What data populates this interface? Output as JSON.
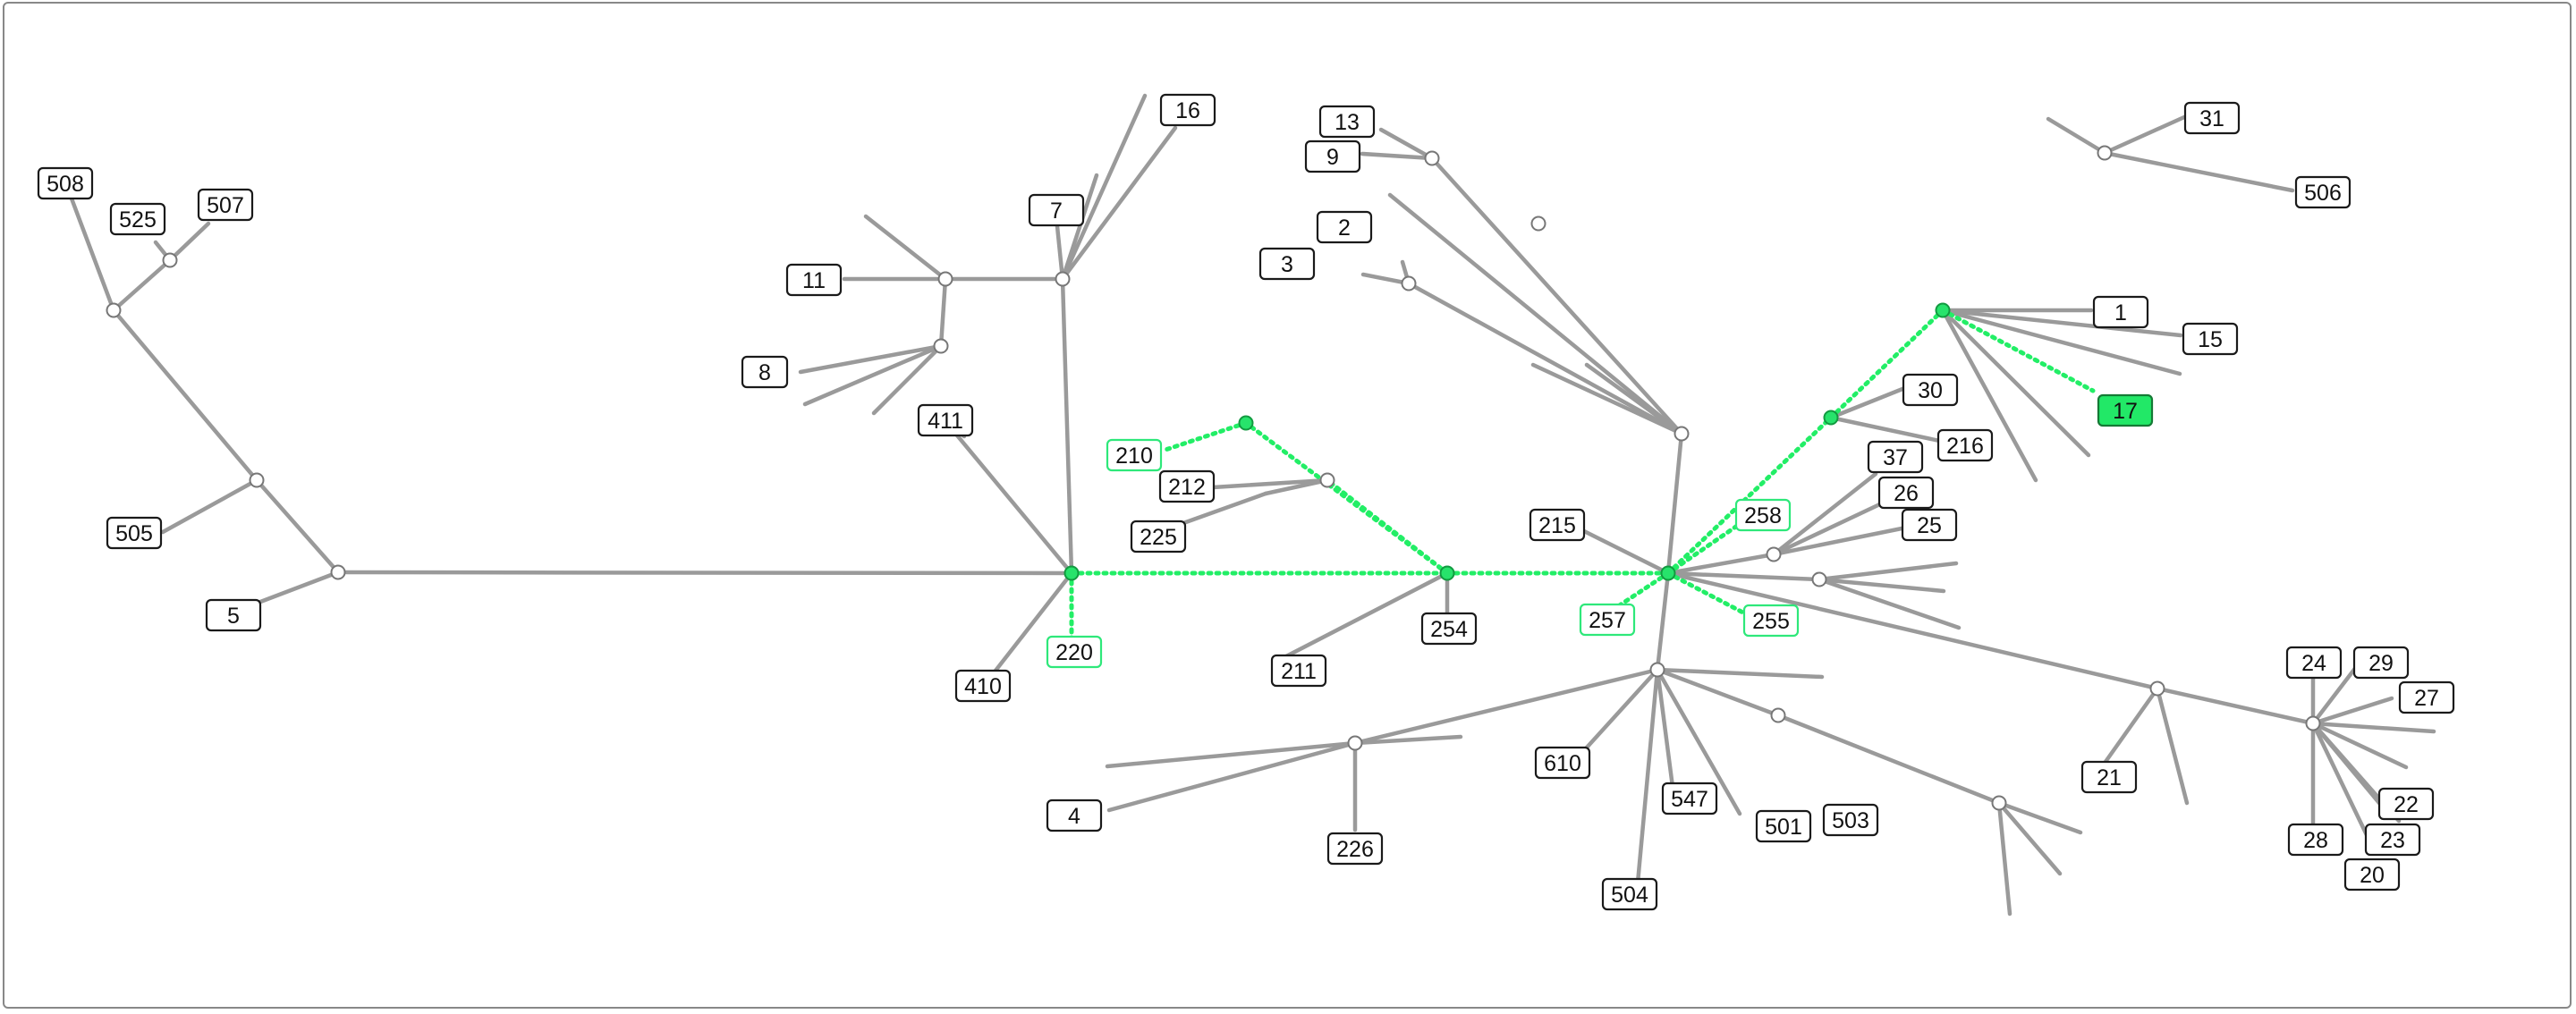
{
  "tree": {
    "labels": [
      "508",
      "525",
      "507",
      "505",
      "5",
      "11",
      "8",
      "7",
      "16",
      "411",
      "410",
      "220",
      "210",
      "212",
      "225",
      "211",
      "254",
      "13",
      "9",
      "2",
      "3",
      "215",
      "258",
      "257",
      "255",
      "30",
      "216",
      "37",
      "26",
      "25",
      "31",
      "506",
      "1",
      "15",
      "17",
      "610",
      "547",
      "501",
      "503",
      "504",
      "4",
      "226",
      "21",
      "24",
      "29",
      "27",
      "22",
      "23",
      "28",
      "20"
    ],
    "selected_label": "17",
    "highlight_color": "#22e867",
    "edge_color": "#9a9a9a"
  }
}
